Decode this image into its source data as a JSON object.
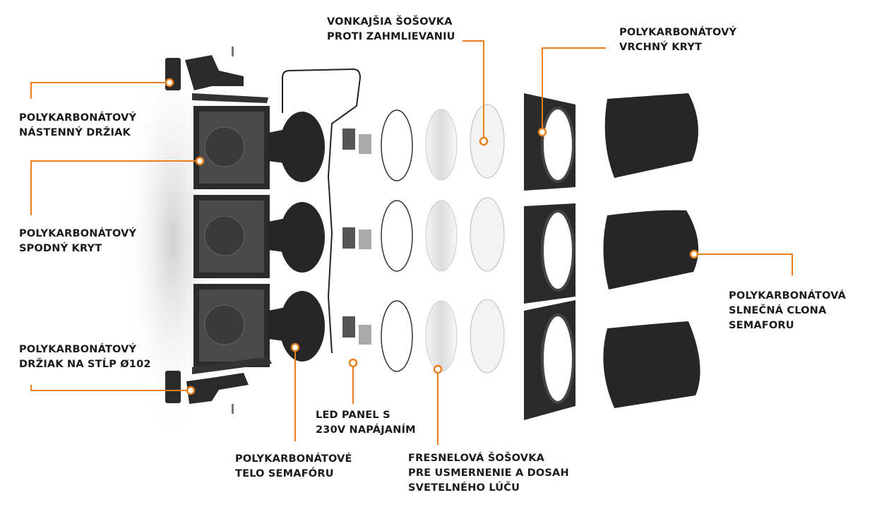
{
  "accent_color": "#e8801f",
  "labels": {
    "wall_bracket": [
      "POLYKARBONÁTOVÝ",
      "NÁSTENNÝ DRŽIAK"
    ],
    "bottom_cover": [
      "POLYKARBONÁTOVÝ",
      "SPODNÝ KRYT"
    ],
    "pole_bracket": [
      "POLYKARBONÁTOVÝ",
      "DRŽIAK NA STĹP Ø102"
    ],
    "body": [
      "POLYKARBONÁTOVÉ",
      "TELO SEMAFÓRU"
    ],
    "led_panel": [
      "LED PANEL S",
      "230V NAPÁJANÍM"
    ],
    "fresnel_lens": [
      "FRESNELOVÁ ŠOŠOVKA",
      "PRE USMERNENIE A DOSAH",
      "SVETELNÉHO LÚČU"
    ],
    "outer_lens": [
      "VONKAJŠIA ŠOŠOVKA",
      "PROTI ZAHMLIEVANIU"
    ],
    "top_cover": [
      "POLYKARBONÁTOVÝ",
      "VRCHNÝ KRYT"
    ],
    "sun_visor": [
      "POLYKARBONÁTOVÁ",
      "SLNEČNÁ CLONA",
      "SEMAFORU"
    ]
  }
}
